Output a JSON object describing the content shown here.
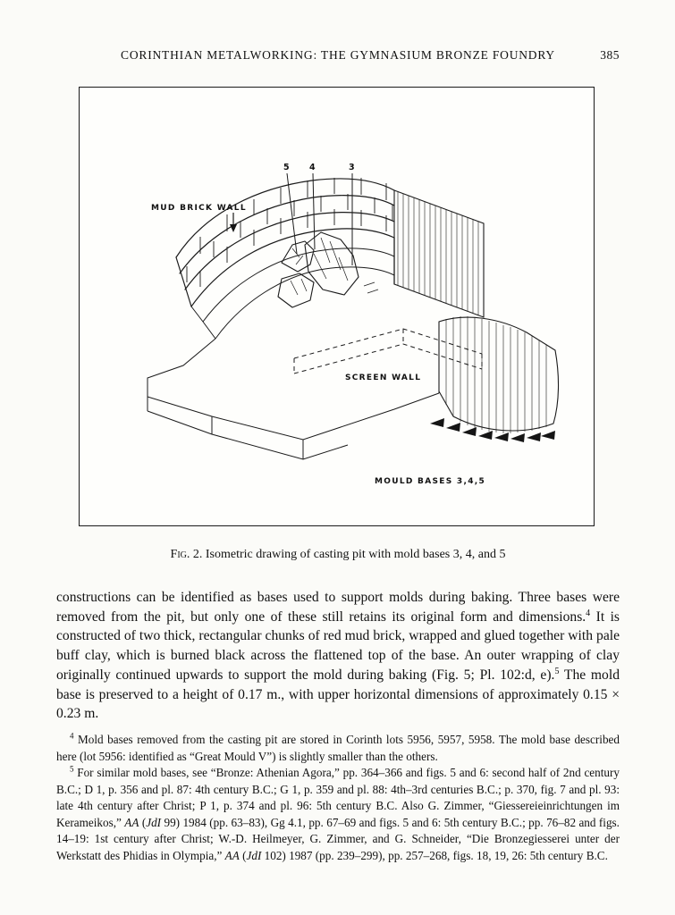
{
  "header": {
    "title": "CORINTHIAN METALWORKING: THE GYMNASIUM BRONZE FOUNDRY",
    "page_number": "385"
  },
  "figure": {
    "labels": {
      "num5": "5",
      "num4": "4",
      "num3": "3",
      "mud_brick_wall": "MUD BRICK WALL",
      "screen_wall": "SCREEN WALL",
      "mould_bases": "MOULD BASES  3,4,5"
    },
    "caption_label": "Fig. 2.",
    "caption_text": " Isometric drawing of casting pit with mold bases 3, 4, and 5"
  },
  "body": {
    "p1": "constructions can be identified as bases used to support molds during baking. Three bases were removed from the pit, but only one of these still retains its original form and dimensions.",
    "sup1": "4",
    "p2": " It is constructed of two thick, rectangular chunks of red mud brick, wrapped and glued together with pale buff clay, which is burned black across the flattened top of the base. An outer wrapping of clay originally continued upwards to support the mold during baking (Fig. 5; Pl. 102:d, e).",
    "sup2": "5",
    "p3": " The mold base is preserved to a height of 0.17 m., with upper horizontal dimensions of approximately 0.15 × 0.23 m."
  },
  "footnotes": {
    "fn4": {
      "sup": "4",
      "text": " Mold bases removed from the casting pit are stored in Corinth lots 5956, 5957, 5958. The mold base described here (lot 5956: identified as “Great Mould V”) is slightly smaller than the others."
    },
    "fn5": {
      "sup": "5",
      "t1": " For similar mold bases, see “Bronze: Athenian Agora,” pp. 364–366 and figs. 5 and 6: second half of 2nd century B.C.; D 1, p. 356 and pl. 87: 4th century B.C.; G 1, p. 359 and pl. 88: 4th–3rd centuries B.C.; p. 370, fig. 7 and pl. 93: late 4th century after Christ; P 1, p. 374 and pl. 96: 5th century B.C. Also G. Zimmer, “Giessereieinrichtungen im Kerameikos,” ",
      "i1": "AA",
      "t2": " (",
      "i2": "JdI",
      "t3": " 99) 1984 (pp. 63–83), Gg 4.1, pp. 67–69 and figs. 5 and 6: 5th century B.C.; pp. 76–82 and figs. 14–19: 1st century after Christ; W.-D. Heilmeyer, G. Zimmer, and G. Schneider, “Die Bronzegiesserei unter der Werkstatt des Phidias in Olympia,” ",
      "i3": "AA",
      "t4": " (",
      "i4": "JdI",
      "t5": " 102) 1987 (pp. 239–299), pp. 257–268, figs. 18, 19, 26: 5th century B.C."
    }
  }
}
